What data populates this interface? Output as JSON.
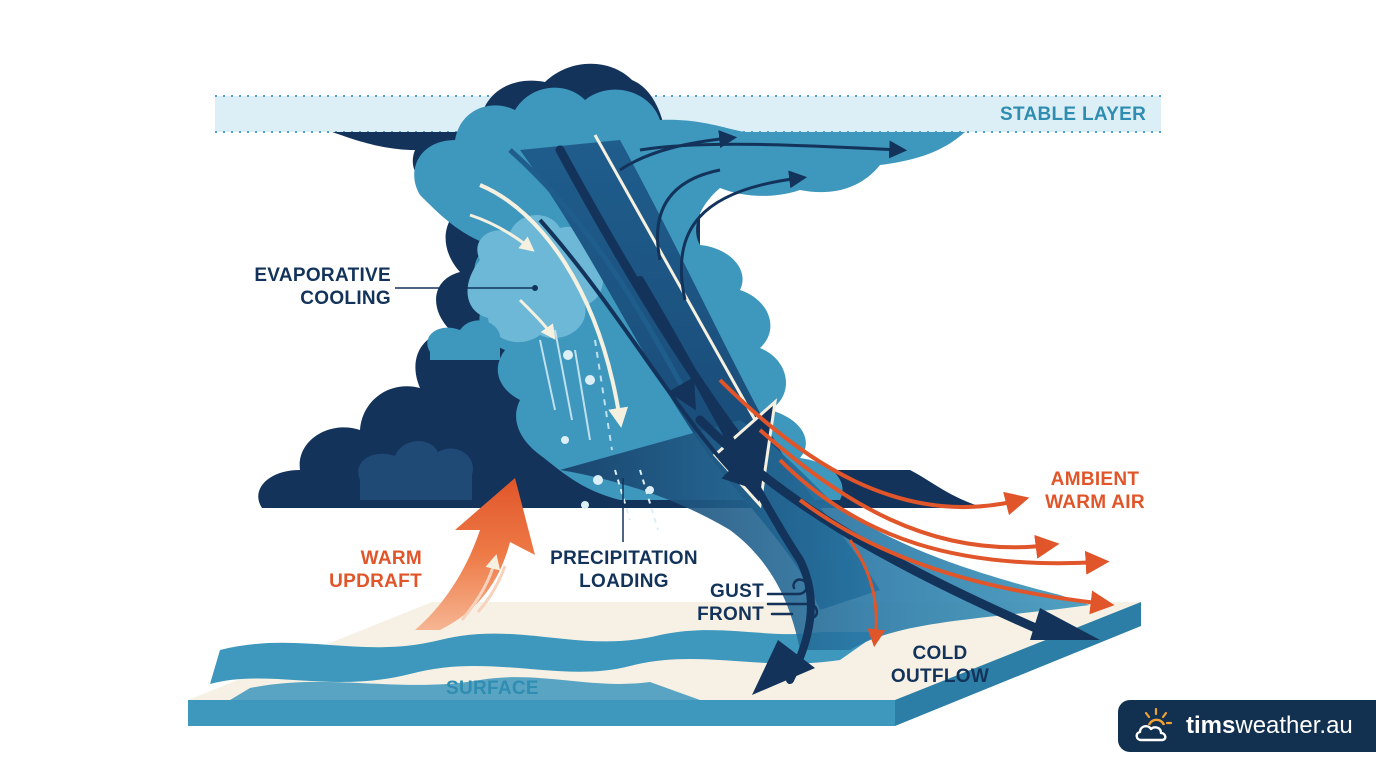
{
  "labels": {
    "stable_layer": "STABLE LAYER",
    "evaporative_cooling": "EVAPORATIVE\nCOOLING",
    "warm_updraft": "WARM\nUPDRAFT",
    "precipitation_loading": "PRECIPITATION\nLOADING",
    "gust_front": "GUST\nFRONT",
    "ambient_warm_air": "AMBIENT\nWARM AIR",
    "cold_outflow": "COLD\nOUTFLOW",
    "surface": "SURFACE"
  },
  "brand": {
    "name_bold": "tims",
    "name_rest": "weather.au",
    "icon": "sun-cloud-icon"
  },
  "colors": {
    "navy": "#13335a",
    "teal": "#3e97bd",
    "light_teal": "#5fb0d0",
    "orange": "#e0552a",
    "cream": "#f6f1e4",
    "pale_blue": "#dceff7"
  }
}
